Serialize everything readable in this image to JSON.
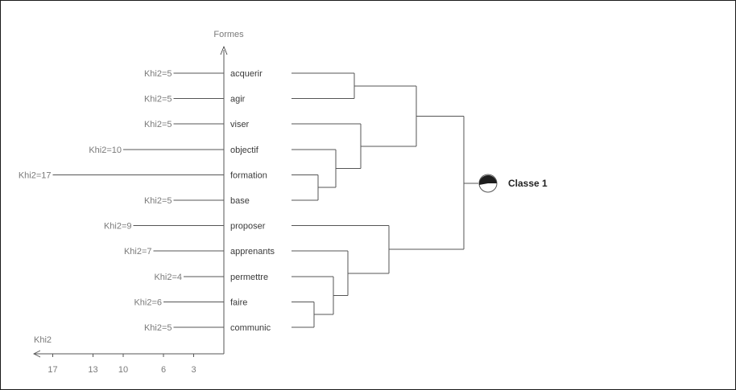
{
  "axis": {
    "vertical_label": "Formes",
    "horizontal_label": "Khi2",
    "ticks": [
      "17",
      "13",
      "10",
      "6",
      "3"
    ]
  },
  "forms": [
    {
      "word": "acquerir",
      "khi2_label": "Khi2=5",
      "khi2": 5
    },
    {
      "word": "agir",
      "khi2_label": "Khi2=5",
      "khi2": 5
    },
    {
      "word": "viser",
      "khi2_label": "Khi2=5",
      "khi2": 5
    },
    {
      "word": "objectif",
      "khi2_label": "Khi2=10",
      "khi2": 10
    },
    {
      "word": "formation",
      "khi2_label": "Khi2=17",
      "khi2": 17
    },
    {
      "word": "base",
      "khi2_label": "Khi2=5",
      "khi2": 5
    },
    {
      "word": "proposer",
      "khi2_label": "Khi2=9",
      "khi2": 9
    },
    {
      "word": "apprenants",
      "khi2_label": "Khi2=7",
      "khi2": 7
    },
    {
      "word": "permettre",
      "khi2_label": "Khi2=4",
      "khi2": 4
    },
    {
      "word": "faire",
      "khi2_label": "Khi2=6",
      "khi2": 6
    },
    {
      "word": "communic",
      "khi2_label": "Khi2=5",
      "khi2": 5
    }
  ],
  "class_label": "Classe 1",
  "class_icon": "pie-icon"
}
